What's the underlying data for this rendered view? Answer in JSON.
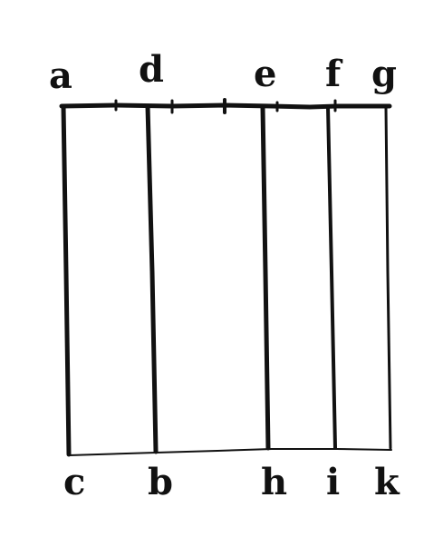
{
  "diagram": {
    "top_labels": [
      "a",
      "d",
      "e",
      "f",
      "g"
    ],
    "bottom_labels": [
      "c",
      "b",
      "h",
      "i",
      "k"
    ],
    "colors": {
      "ink": "#111111",
      "paper": "#ffffff"
    }
  }
}
